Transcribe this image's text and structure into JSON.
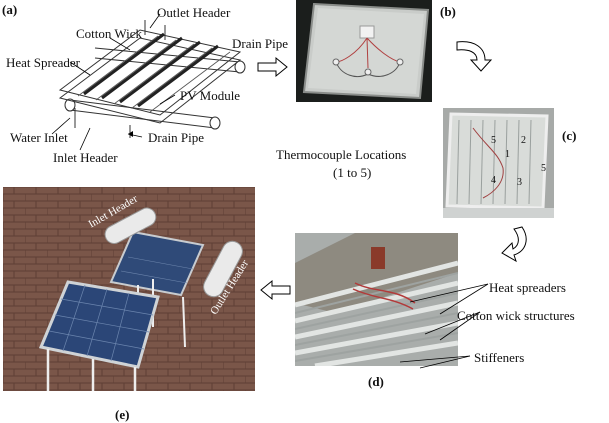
{
  "panels": {
    "a": "(a)",
    "b": "(b)",
    "c": "(c)",
    "d": "(d)",
    "e": "(e)"
  },
  "schematic": {
    "outlet_header": "Outlet Header",
    "cotton_wick": "Cotton Wick",
    "drain_pipe_top": "Drain Pipe",
    "heat_spreader": "Heat Spreader",
    "pv_module": "PV Module",
    "water_inlet": "Water Inlet",
    "drain_pipe_bottom": "Drain Pipe",
    "inlet_header": "Inlet Header"
  },
  "thermocouple": {
    "line1": "Thermocouple Locations",
    "line2": "(1 to 5)",
    "marks": [
      "5",
      "2",
      "1",
      "4",
      "3",
      "5"
    ]
  },
  "photo_d": {
    "heat_spreaders": "Heat spreaders",
    "cotton_wick_structures": "Cotton wick structures",
    "stiffeners": "Stiffeners"
  },
  "photo_e": {
    "inlet_header": "Inlet Header",
    "outlet_header": "Outlet Header"
  }
}
